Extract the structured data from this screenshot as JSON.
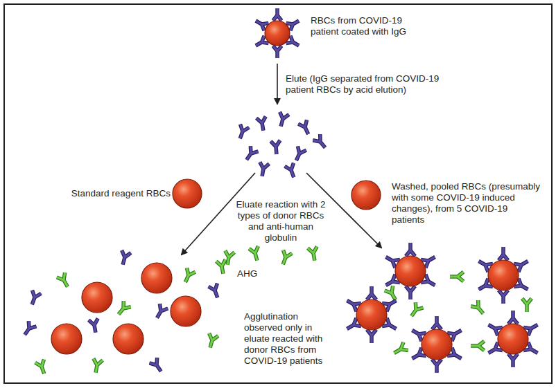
{
  "diagram": {
    "labels": [
      "RBCs from COVID-19 patient coated with IgG",
      "Elute (IgG separated from COVID-19 patient RBCs by acid elution)",
      "Standard reagent RBCs",
      "Eluate reaction with 2 types of donor RBCs and anti-human globulin",
      "Washed, pooled RBCs (presumably with some COVID-19 induced changes), from 5 COVID-19 patients",
      "AHG",
      "Agglutination observed only in eluate reacted with donor RBCs from COVID-19 patients"
    ]
  }
}
